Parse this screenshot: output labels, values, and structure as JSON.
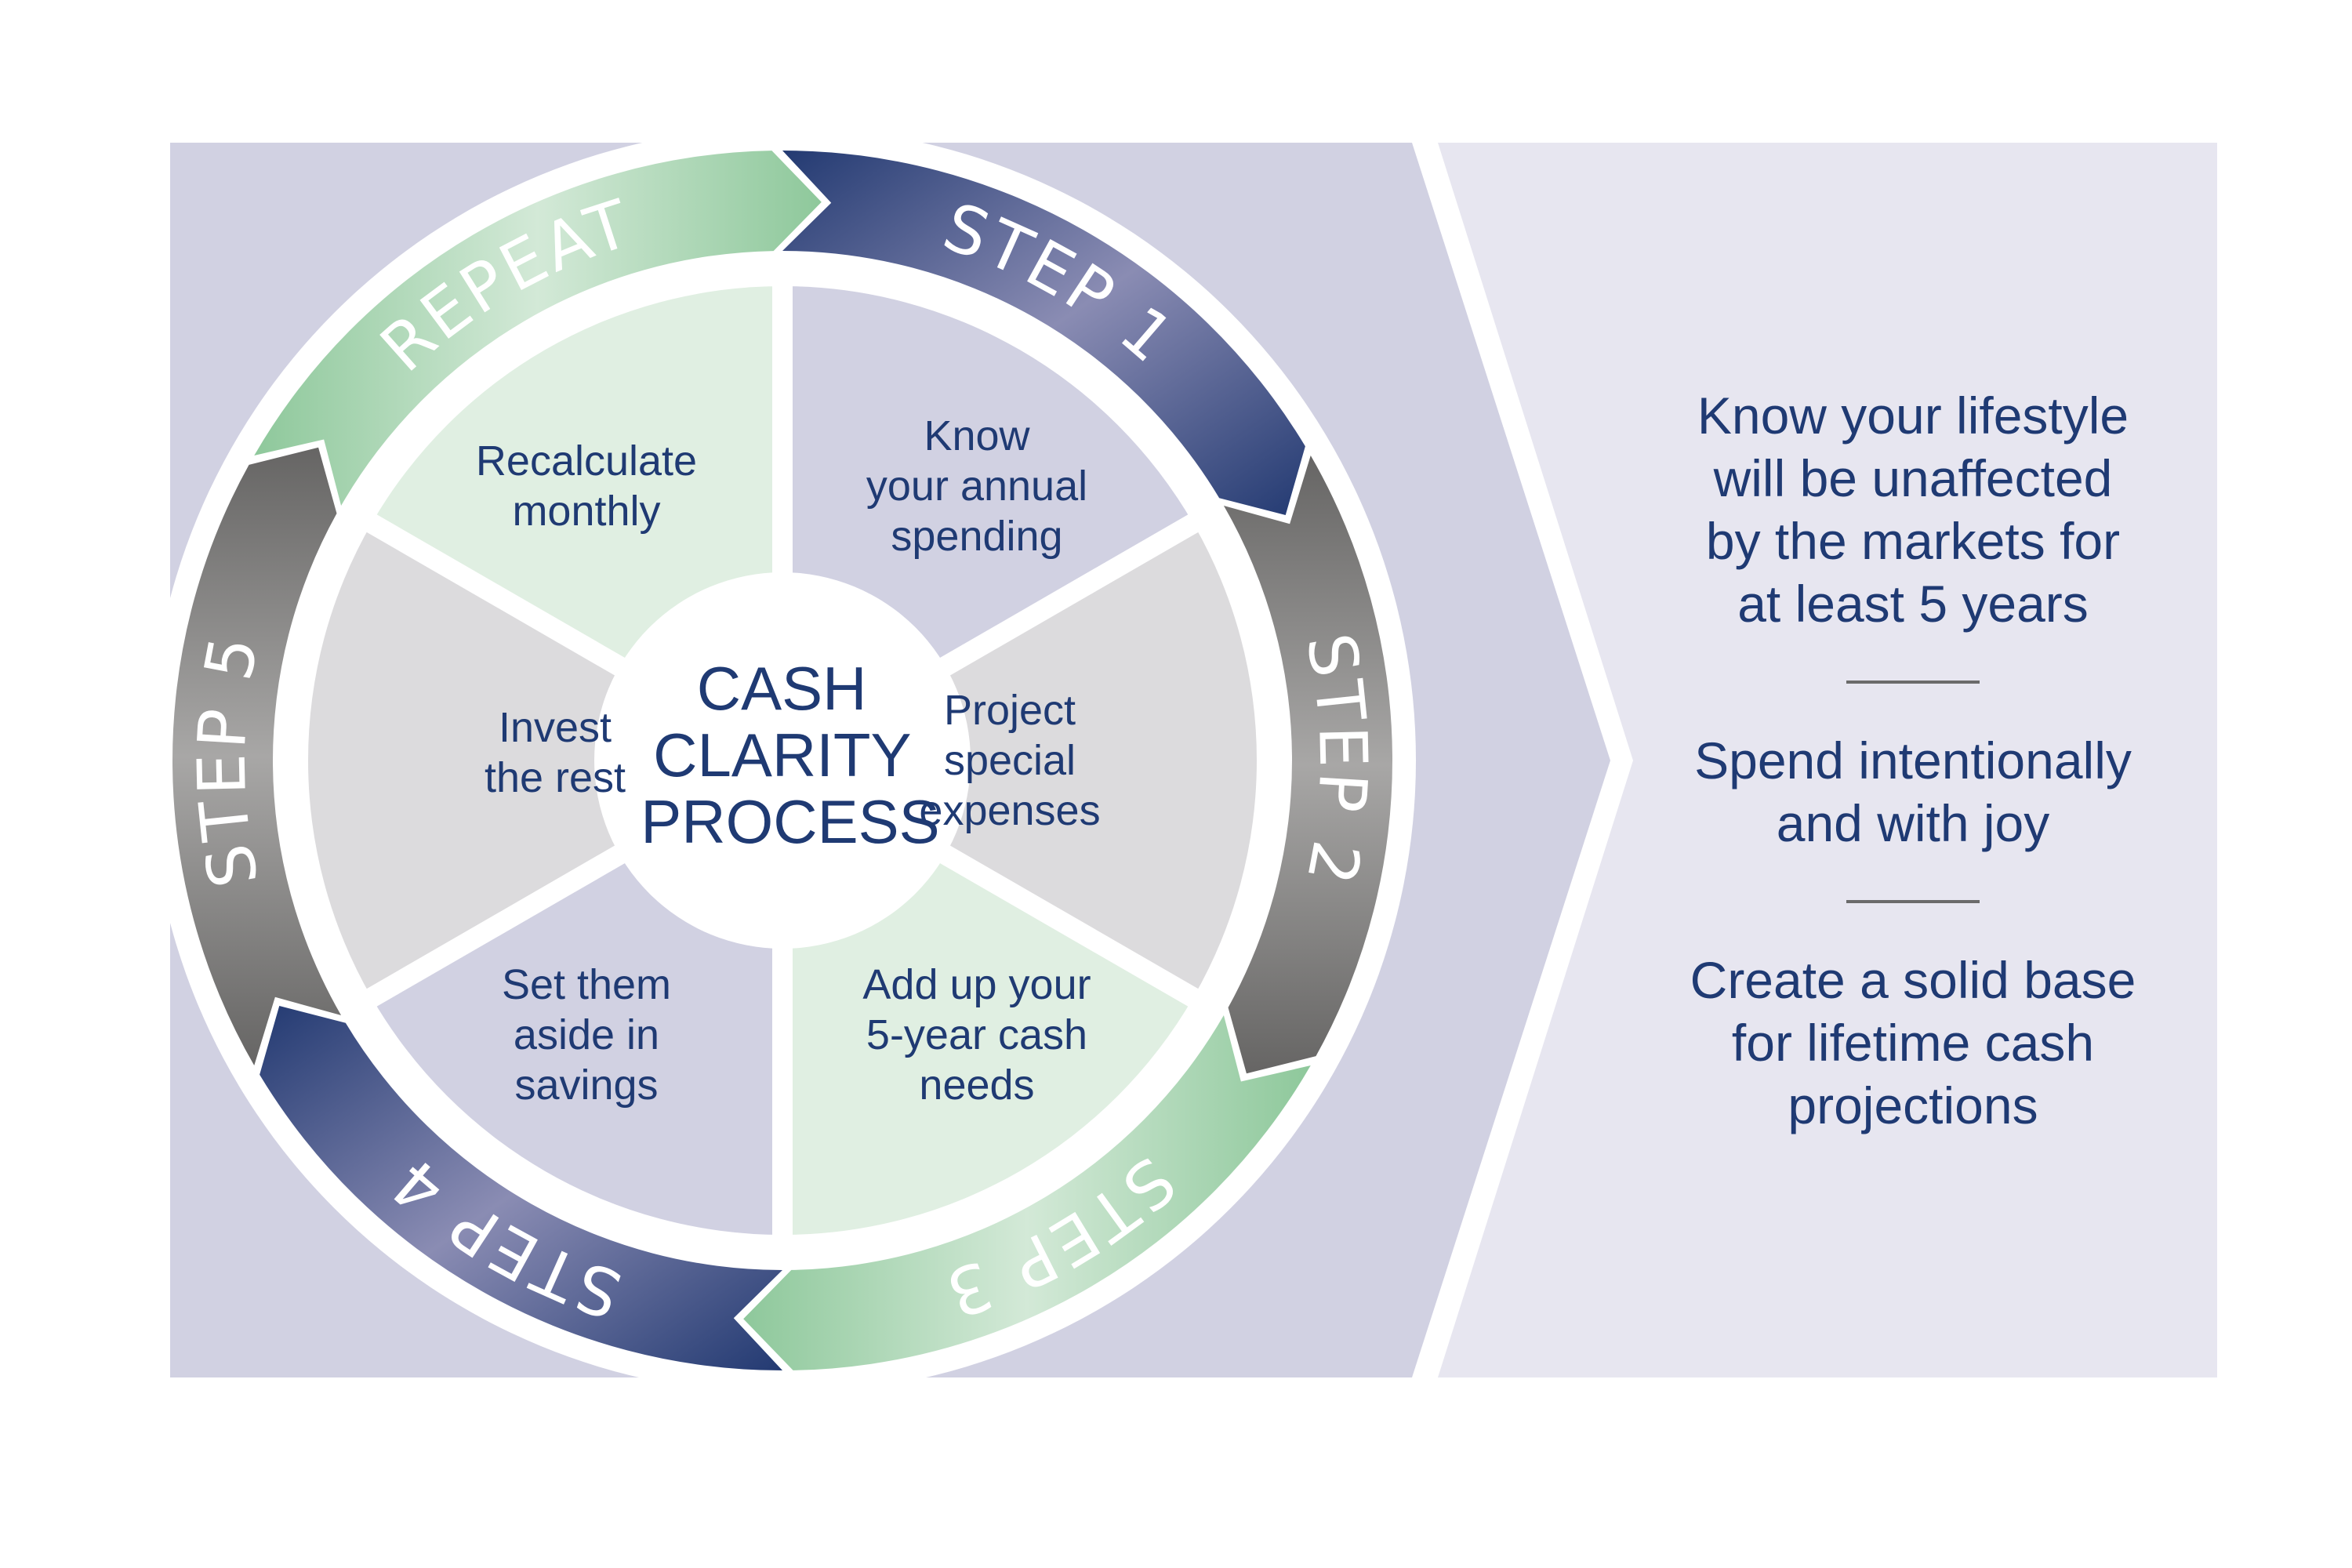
{
  "title": {
    "lines": [
      "CASH",
      "CLARITY",
      "PROCESS"
    ]
  },
  "colors": {
    "navy": "#1f3a73",
    "panel_dark": "#d1d1e2",
    "panel_light": "#e7e6f0",
    "green": "#8ec89b",
    "green_light": "#e0efe2",
    "gray": "#6d6c6a",
    "gray_light": "#dcdbdd",
    "lavender": "#d1d1e2",
    "text": "#1f3a73"
  },
  "steps": [
    {
      "id": "step1",
      "ring_label": "STEP 1",
      "lines": [
        "Know",
        "your annual",
        "spending"
      ],
      "ring_color": "navy",
      "wedge_color": "lavender"
    },
    {
      "id": "step2",
      "ring_label": "STEP 2",
      "lines": [
        "Project",
        "special",
        "expenses"
      ],
      "ring_color": "gray",
      "wedge_color": "gray_light"
    },
    {
      "id": "step3",
      "ring_label": "STEP 3",
      "lines": [
        "Add up your",
        "5-year cash",
        "needs"
      ],
      "ring_color": "green",
      "wedge_color": "green_light"
    },
    {
      "id": "step4",
      "ring_label": "STEP 4",
      "lines": [
        "Set them",
        "aside in",
        "savings"
      ],
      "ring_color": "navy",
      "wedge_color": "lavender"
    },
    {
      "id": "step5",
      "ring_label": "STEP 5",
      "lines": [
        "Invest",
        "the rest"
      ],
      "ring_color": "gray",
      "wedge_color": "gray_light"
    },
    {
      "id": "repeat",
      "ring_label": "REPEAT",
      "lines": [
        "Recalculate",
        "monthly"
      ],
      "ring_color": "green",
      "wedge_color": "green_light"
    }
  ],
  "benefits": [
    "Know your lifestyle will be unaffected by the markets for at least 5 years",
    "Spend intentionally and with joy",
    "Create a solid base for lifetime cash projections"
  ],
  "benefit_lines": [
    [
      "Know your lifestyle",
      "will be unaffected",
      "by the markets for",
      "at least 5 years"
    ],
    [
      "Spend intentionally",
      "and with joy"
    ],
    [
      "Create a solid base",
      "for lifetime cash",
      "projections"
    ]
  ]
}
